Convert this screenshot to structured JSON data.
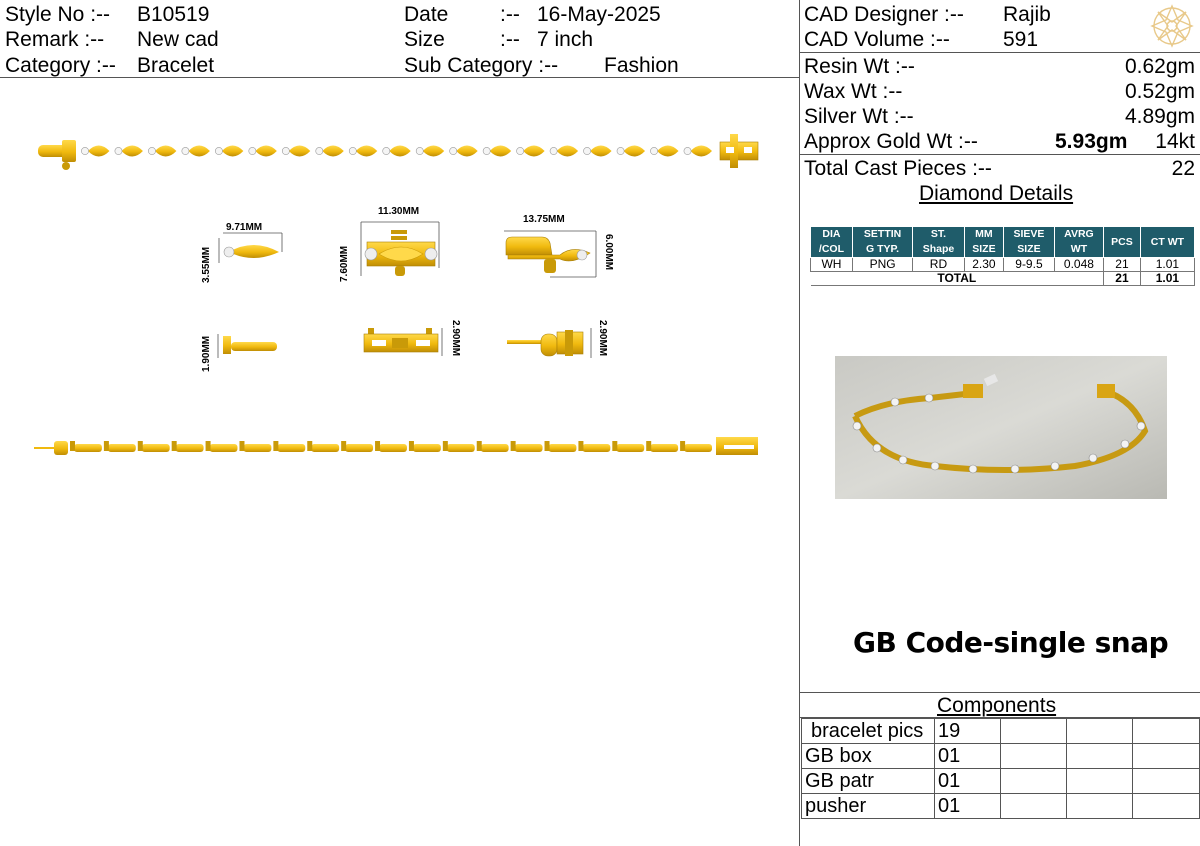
{
  "header": {
    "style_no_label": "Style No :--",
    "style_no": "B10519",
    "remark_label": "Remark  :--",
    "remark": "New cad",
    "category_label": "Category :--",
    "category": "Bracelet",
    "date_label": "Date",
    "date_sep": ":--",
    "date": "16-May-2025",
    "size_label": "Size",
    "size_sep": ":--",
    "size": "7 inch",
    "subcat_label": "Sub Category :--",
    "subcat": "Fashion"
  },
  "cad": {
    "designer_label": "CAD   Designer :--",
    "designer": "Rajib",
    "volume_label": "CAD     Volume  :--",
    "volume": "591",
    "logo_icon": "ornament-logo-icon"
  },
  "weights": {
    "resin_label": "Resin Wt :--",
    "resin": "0.62gm",
    "wax_label": "Wax   Wt :--",
    "wax": "0.52gm",
    "silver_label": "Silver Wt :--",
    "silver": "4.89gm",
    "gold_label": "Approx Gold Wt :--",
    "gold": "5.93gm",
    "gold_karat": "14kt",
    "cast_label": "Total Cast Pieces :--",
    "cast": "22"
  },
  "diamond": {
    "title": "Diamond Details",
    "headers": [
      [
        "DIA",
        "/COL"
      ],
      [
        "SETTIN",
        "G TYP."
      ],
      [
        "ST.",
        "Shape"
      ],
      [
        "MM",
        "SIZE"
      ],
      [
        "SIEVE",
        "SIZE"
      ],
      [
        "AVRG",
        "WT"
      ],
      [
        "PCS",
        ""
      ],
      [
        "CT WT",
        ""
      ]
    ],
    "rows": [
      [
        "WH",
        "PNG",
        "RD",
        "2.30",
        "9-9.5",
        "0.048",
        "21",
        "1.01"
      ]
    ],
    "total_label": "TOTAL",
    "total_pcs": "21",
    "total_ct": "1.01"
  },
  "dimensions": {
    "d1_w": "9.71MM",
    "d1_h": "3.55MM",
    "d2_w": "11.30MM",
    "d2_h": "7.60MM",
    "d3_w": "13.75MM",
    "d3_h": "6.00MM",
    "s1_h": "1.90MM",
    "s2_h": "2.90MM",
    "s3_h": "2.90MM"
  },
  "gb_code": "GB Code-single snap",
  "components": {
    "title": "Components",
    "rows": [
      [
        "bracelet pics",
        "19"
      ],
      [
        "GB box",
        "01"
      ],
      [
        "GB patr",
        "01"
      ],
      [
        "pusher",
        "01"
      ]
    ]
  },
  "colors": {
    "gold": "#f3c21a",
    "gold_dark": "#c99a08",
    "header_teal": "#1f5c6a"
  }
}
